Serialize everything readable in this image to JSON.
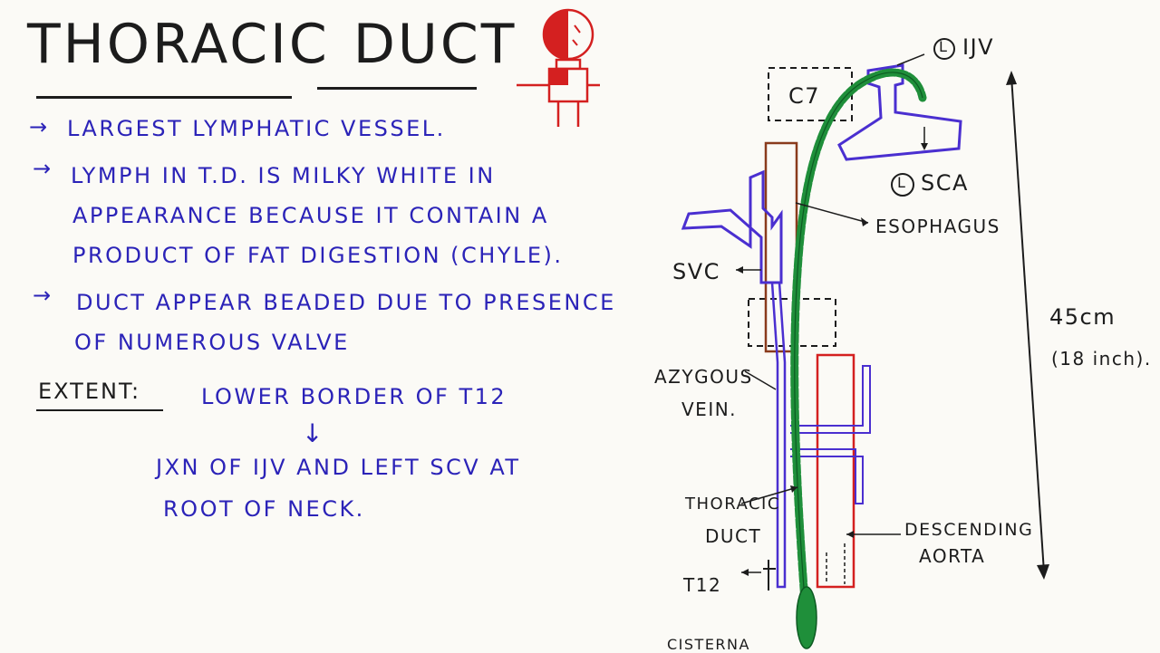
{
  "title": {
    "part1": "THORACIC",
    "part2": "DUCT"
  },
  "notes": [
    {
      "bullet": "→",
      "lines": [
        "LARGEST LYMPHATIC VESSEL."
      ]
    },
    {
      "bullet": "→",
      "lines": [
        "LYMPH IN T.D. IS MILKY WHITE IN",
        "APPEARANCE BECAUSE IT CONTAIN A",
        "PRODUCT OF FAT DIGESTION (CHYLE)."
      ]
    },
    {
      "bullet": "→",
      "lines": [
        "DUCT APPEAR BEADED DUE TO PRESENCE",
        "OF NUMEROUS VALVE"
      ]
    }
  ],
  "extent": {
    "heading": "EXTENT:",
    "from": "LOWER BORDER OF T12",
    "down_arrow": "↓",
    "to_line1": "JXN OF IJV AND LEFT SCV AT",
    "to_line2": "ROOT OF NECK."
  },
  "diagram_labels": {
    "ijv_circle": "L",
    "ijv": "IJV",
    "sca_circle": "L",
    "sca": "SCA",
    "c7": "C7",
    "esophagus": "ESOPHAGUS",
    "svc": "SVC",
    "length_1": "45cm",
    "length_2": "(18 inch).",
    "azygous_1": "AZYGOUS",
    "azygous_2": "VEIN.",
    "thoracic_1": "THORACIC",
    "thoracic_2": "DUCT",
    "descending_1": "DESCENDING",
    "descending_2": "AORTA",
    "t12": "T12",
    "cisterna": "CISTERNA"
  },
  "colors": {
    "ink": "#1c1c1c",
    "notes": "#2b23b8",
    "vein": "#4a2fd0",
    "duct": "#1f8f3a",
    "aorta": "#d42020",
    "esophagus": "#8a3b1c",
    "icon_red": "#d42020"
  },
  "icons": [
    "body-figure-icon"
  ]
}
